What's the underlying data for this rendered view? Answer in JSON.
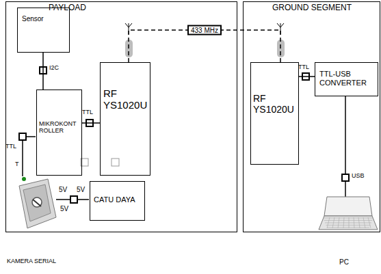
{
  "diagram": {
    "nodes": [
      {
        "text": [
          "PAYLOAD"
        ]
      },
      {
        "text": [
          "Sensor"
        ],
        "in": 0
      },
      {
        "text": [
          "MIKROKONTROLLER"
        ],
        "in": 0
      },
      {
        "text": [
          "RF YS1020U"
        ],
        "in": 0
      },
      {
        "text": [
          "CATU DAYA"
        ],
        "in": 0
      },
      {
        "text": [
          "GROUND SEGMENT"
        ]
      },
      {
        "text": [
          "RF YS1020U"
        ],
        "in": 5
      },
      {
        "text": [
          "TTL-USB CONVERTER"
        ],
        "in": 5
      }
    ],
    "edges": [
      {
        "from": 1,
        "to": 2,
        "arrow": "none"
      },
      {
        "from": 2,
        "to": 3,
        "arrow": "none"
      },
      {
        "from": 3,
        "to": 6,
        "label": "433 MHz",
        "arrow": "none"
      },
      {
        "from": 6,
        "to": 7,
        "arrow": "none"
      }
    ],
    "labels": [
      "I2C",
      "TTL",
      "TTL",
      "T",
      "5V",
      "5V",
      "5V",
      "TTL",
      "USB",
      "KAMERA SERIAL",
      "PC"
    ]
  }
}
